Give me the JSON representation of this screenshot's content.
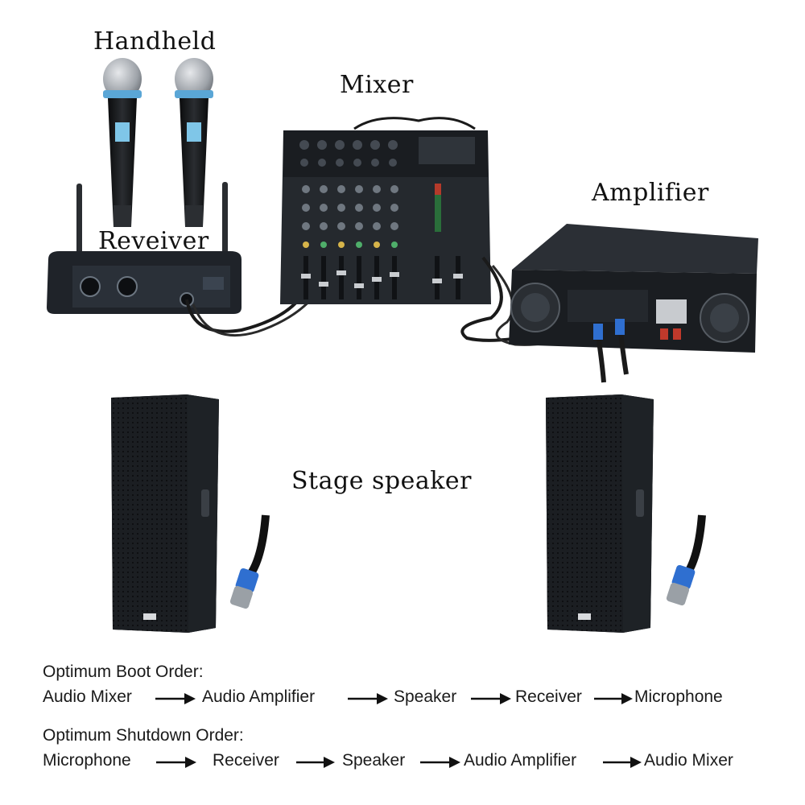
{
  "labels": {
    "handheld": "Handheld",
    "receiver": "Reveiver",
    "mixer": "Mixer",
    "amplifier": "Amplifier",
    "stage_speaker": "Stage speaker"
  },
  "boot": {
    "title": "Optimum Boot Order:",
    "steps": [
      "Audio Mixer",
      "Audio Amplifier",
      "Speaker",
      "Receiver",
      "Microphone"
    ]
  },
  "shutdown": {
    "title": "Optimum Shutdown Order:",
    "steps": [
      "Microphone",
      "Receiver",
      "Speaker",
      "Audio Amplifier",
      "Audio Mixer"
    ]
  },
  "colors": {
    "device_dark": "#1f2329",
    "speaker_body": "#16191d",
    "connector_blue": "#2f6fd0",
    "mic_head": "#b8bcc2"
  },
  "icons": [
    "microphone-icon",
    "receiver-icon",
    "mixer-icon",
    "amplifier-icon",
    "speaker-icon",
    "speakon-connector-icon",
    "right-arrow-icon"
  ]
}
